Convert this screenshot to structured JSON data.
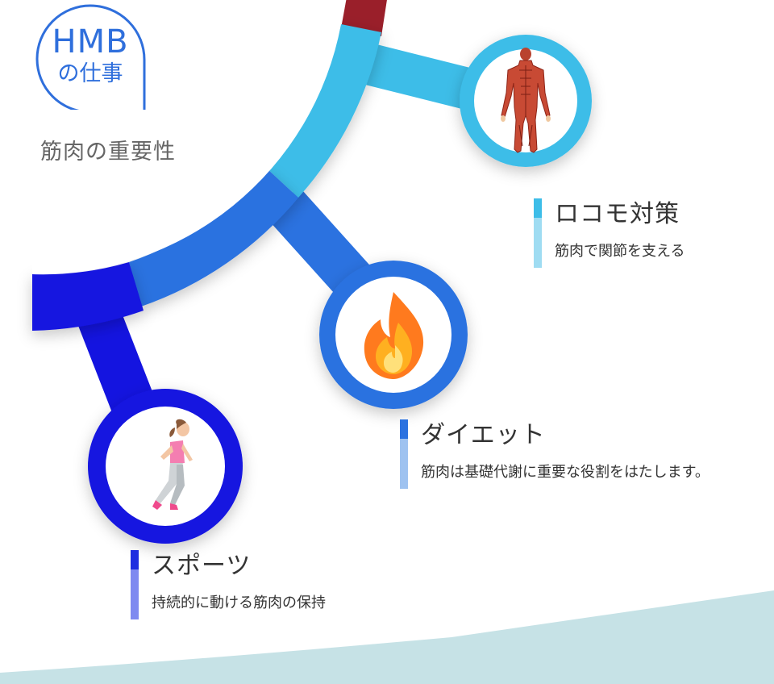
{
  "badge": {
    "line1": "HMB",
    "line2": "の仕事"
  },
  "subtitle": "筋肉の重要性",
  "items": [
    {
      "title": "ロコモ対策",
      "desc": "筋肉で関節を支える",
      "icon": "muscle-body-icon",
      "color": "#3dbde8"
    },
    {
      "title": "ダイエット",
      "desc": "筋肉は基礎代謝に重要な役割をはたします。",
      "icon": "fire-icon",
      "color": "#2b72e0"
    },
    {
      "title": "スポーツ",
      "desc": "持続的に動ける筋肉の保持",
      "icon": "runner-icon",
      "color": "#1414e0"
    }
  ],
  "colors": {
    "arc_red": "#9a1f2a",
    "arc_light_blue": "#3dbde8",
    "arc_mid_blue": "#2b72e0",
    "arc_deep_blue": "#1414e0",
    "footer": "#c6e2e6"
  }
}
